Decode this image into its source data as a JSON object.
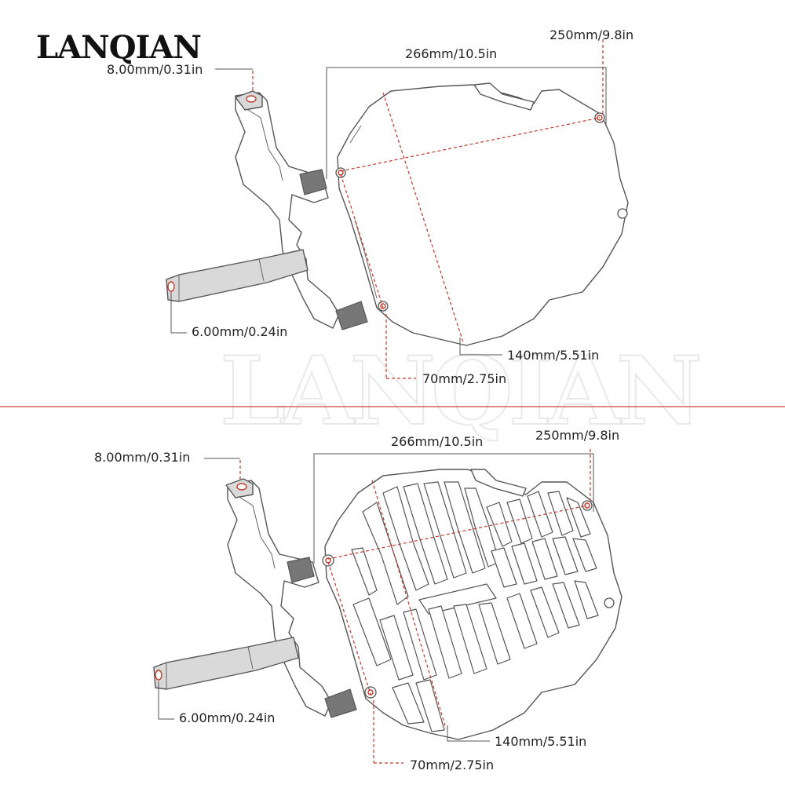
{
  "brand": {
    "logo_text": "LANQIAN",
    "watermark_text": "LANQIAN"
  },
  "colors": {
    "dimension_line": "#c0392b",
    "divider": "#d04040",
    "outline": "#555555"
  },
  "panels": [
    {
      "variant": "clear-cover",
      "dims": {
        "width": "266mm/10.5in",
        "right_mount": "250mm/9.8in",
        "top_hole": "8.00mm/0.31in",
        "bottom_hole": "6.00mm/0.24in",
        "height": "140mm/5.51in",
        "bottom_offset": "70mm/2.75in"
      }
    },
    {
      "variant": "grille-guard",
      "dims": {
        "width": "266mm/10.5in",
        "right_mount": "250mm/9.8in",
        "top_hole": "8.00mm/0.31in",
        "bottom_hole": "6.00mm/0.24in",
        "height": "140mm/5.51in",
        "bottom_offset": "70mm/2.75in"
      }
    }
  ]
}
